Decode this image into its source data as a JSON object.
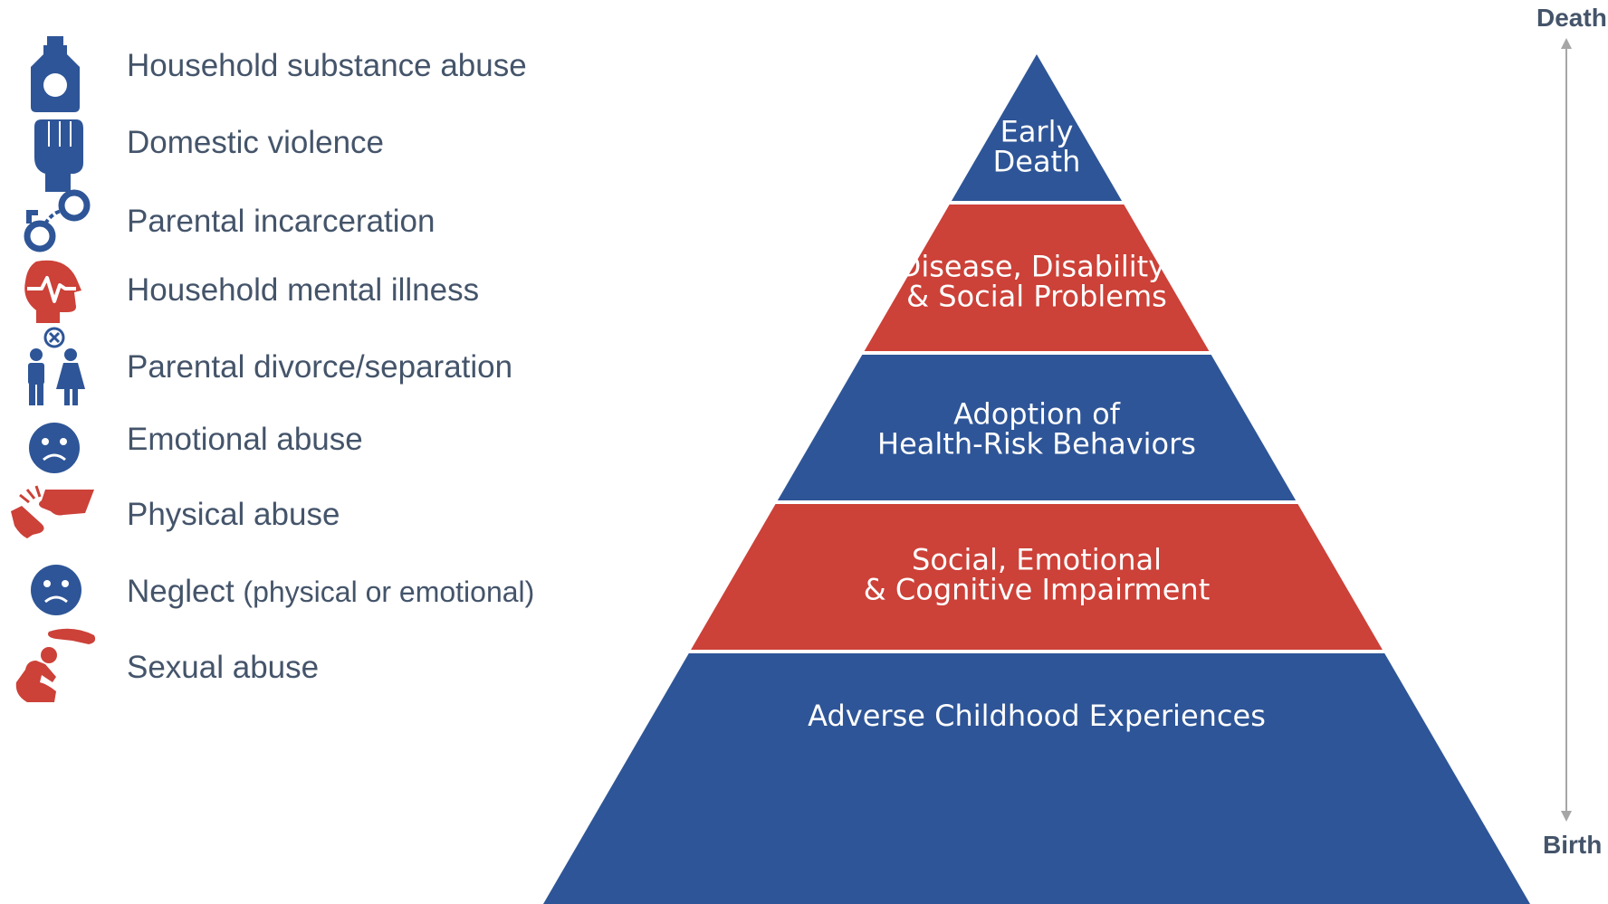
{
  "ace_list": [
    {
      "label": "Household substance abuse",
      "icon": "bottle-icon",
      "color": "#2e5597"
    },
    {
      "label": "Domestic violence",
      "icon": "fist-icon",
      "color": "#2e5597"
    },
    {
      "label": "Parental incarceration",
      "icon": "handcuffs-icon",
      "color": "#2e5597"
    },
    {
      "label": "Household mental illness",
      "icon": "head-pulse-icon",
      "color": "#cc4138"
    },
    {
      "label": "Parental divorce/separation",
      "icon": "separated-couple-icon",
      "color": "#2e5597"
    },
    {
      "label": "Emotional abuse",
      "icon": "sad-face-icon",
      "color": "#2e5597"
    },
    {
      "label": "Physical abuse",
      "icon": "hitting-hand-icon",
      "color": "#cc4138"
    },
    {
      "label_main": "Neglect",
      "label_paren": "(physical or emotional)",
      "icon": "sad-face-icon",
      "color": "#2e5597"
    },
    {
      "label": "Sexual abuse",
      "icon": "crouching-child-icon",
      "color": "#cc4138"
    }
  ],
  "pyramid": {
    "tiers": [
      {
        "lines": [
          "Early",
          "Death"
        ],
        "color": "#2e5597"
      },
      {
        "lines": [
          "Disease, Disability,",
          "& Social Problems"
        ],
        "color": "#cc4138"
      },
      {
        "lines": [
          "Adoption of",
          "Health-Risk Behaviors"
        ],
        "color": "#2e5597"
      },
      {
        "lines": [
          "Social, Emotional",
          "& Cognitive Impairment"
        ],
        "color": "#cc4138"
      },
      {
        "lines": [
          "Adverse Childhood Experiences"
        ],
        "color": "#2e5597"
      }
    ]
  },
  "timeline": {
    "top_label": "Death",
    "bottom_label": "Birth",
    "arrow_color": "#a6a6a6"
  }
}
